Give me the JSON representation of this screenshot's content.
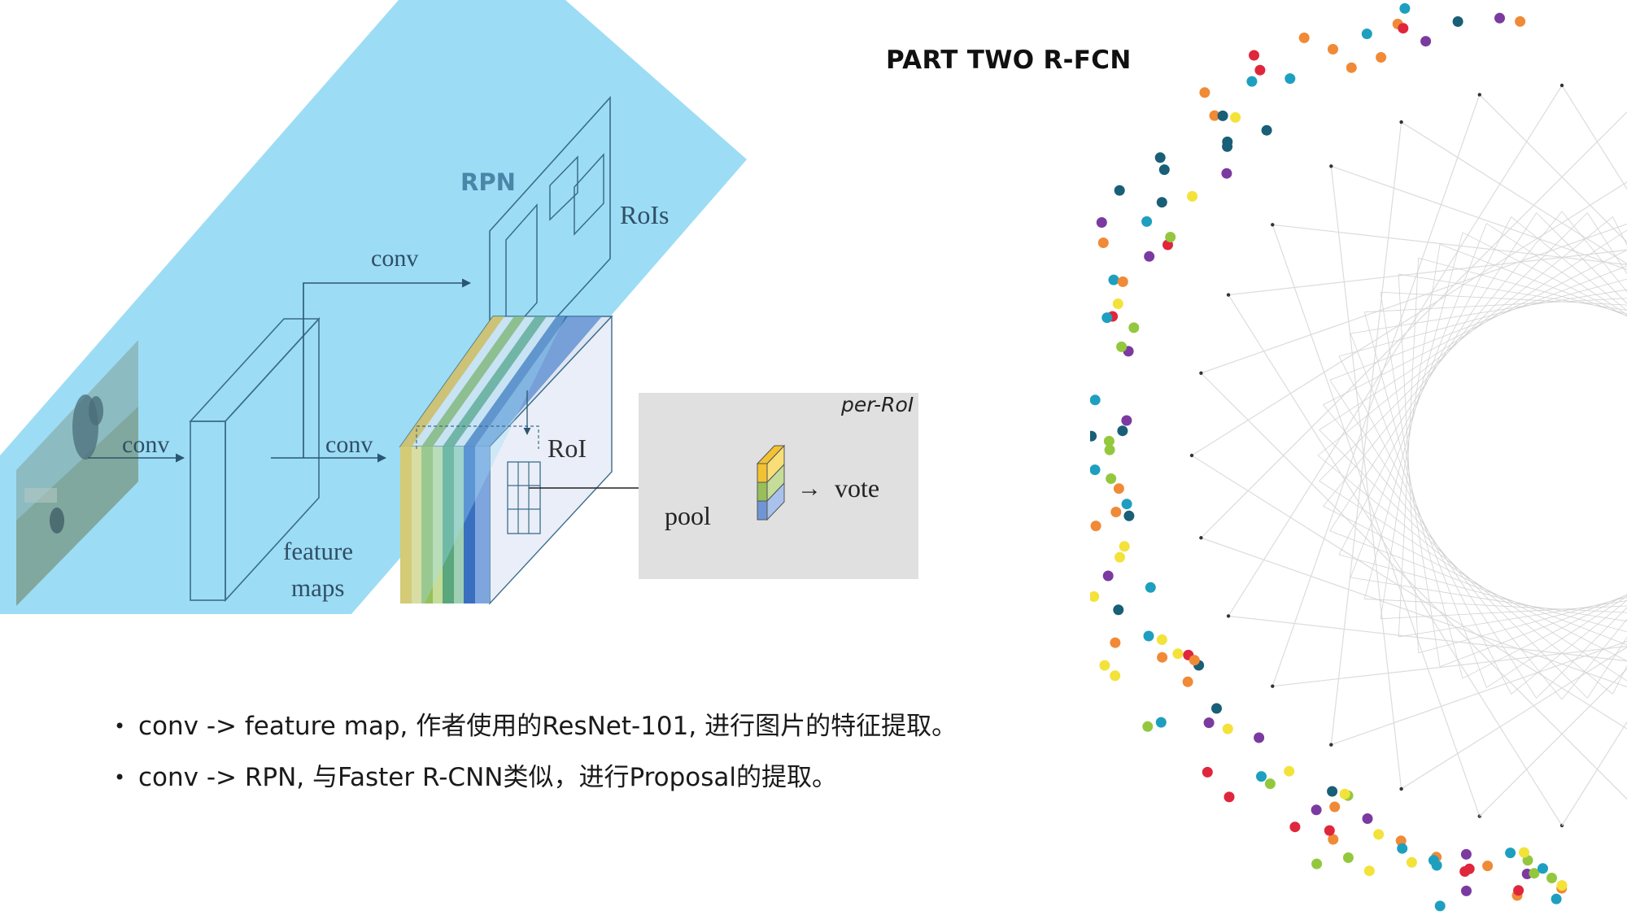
{
  "slide": {
    "title": "PART TWO R-FCN",
    "bullets": [
      "conv -> feature map, 作者使用的ResNet-101, 进行图片的特征提取。",
      "conv -> RPN, 与Faster R-CNN类似，进行Proposal的提取。"
    ]
  },
  "diagram": {
    "labels": {
      "conv_left": "conv",
      "conv_middle": "conv",
      "conv_top": "conv",
      "rpn": "RPN",
      "rois": "RoIs",
      "feature_maps_line1": "feature",
      "feature_maps_line2": "maps",
      "roi": "RoI",
      "per_roi": "per-RoI",
      "pool": "pool",
      "arrow_glyph": "→",
      "vote": "vote"
    },
    "colors": {
      "highlight": "#9ddcf5",
      "panel": "#e0e0e0",
      "line": "#3b6d8a",
      "rpn_text": "#4a86a8"
    }
  },
  "decoration": {
    "dot_colors": [
      "#1e9fc0",
      "#e0263c",
      "#7b3aa0",
      "#f08a36",
      "#93c83e",
      "#f3e23a",
      "#185f77"
    ]
  }
}
